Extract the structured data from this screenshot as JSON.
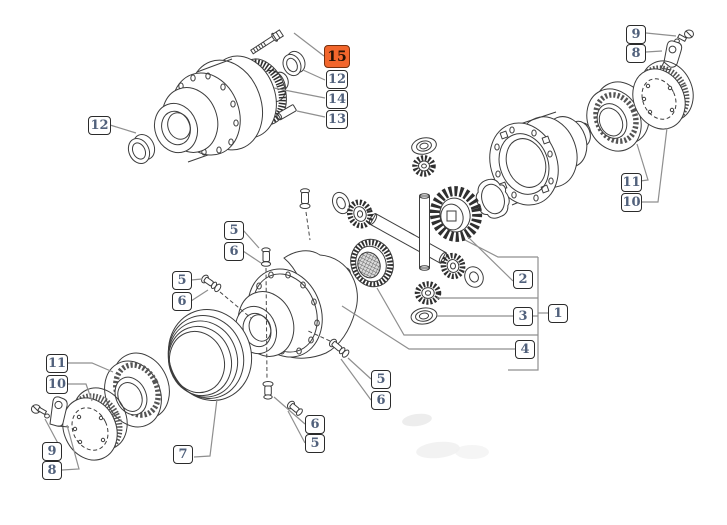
{
  "figure": {
    "type": "exploded-parts-diagram",
    "subject": "differential final-drive assembly",
    "background": "#ffffff",
    "line_color": "#3d3d3d",
    "leader_color": "#8f8f8f",
    "label_text_color": "#51617c",
    "highlight_color": "#f2662c"
  },
  "callouts": [
    {
      "label": "12",
      "points_to": "seal-ring-left",
      "highlighted": false
    },
    {
      "label": "15",
      "points_to": "mounting-bolt",
      "highlighted": true
    },
    {
      "label": "12",
      "points_to": "seal-ring-right",
      "highlighted": false
    },
    {
      "label": "14",
      "points_to": "differential-housing-assembly",
      "highlighted": false
    },
    {
      "label": "13",
      "points_to": "dowel-pin",
      "highlighted": false
    },
    {
      "label": "9",
      "points_to": "lock-bolt-top-right",
      "highlighted": false
    },
    {
      "label": "8",
      "points_to": "lock-tab-top-right",
      "highlighted": false
    },
    {
      "label": "11",
      "points_to": "taper-roller-bearing-right",
      "highlighted": false
    },
    {
      "label": "10",
      "points_to": "splined-ring-right",
      "highlighted": false
    },
    {
      "label": "2",
      "points_to": "bevel-side-gear",
      "highlighted": false
    },
    {
      "label": "3",
      "points_to": "thrust-washer",
      "highlighted": false
    },
    {
      "label": "1",
      "points_to": "differential-gear-kit",
      "highlighted": false
    },
    {
      "label": "4",
      "points_to": "gasket",
      "highlighted": false
    },
    {
      "label": "5",
      "points_to": "bolt-top",
      "highlighted": false
    },
    {
      "label": "6",
      "points_to": "washer-top",
      "highlighted": false
    },
    {
      "label": "5",
      "points_to": "bolt-left",
      "highlighted": false
    },
    {
      "label": "6",
      "points_to": "washer-left",
      "highlighted": false
    },
    {
      "label": "5",
      "points_to": "bolt-right",
      "highlighted": false
    },
    {
      "label": "6",
      "points_to": "washer-right",
      "highlighted": false
    },
    {
      "label": "6",
      "points_to": "washer-bottom",
      "highlighted": false
    },
    {
      "label": "5",
      "points_to": "bolt-bottom",
      "highlighted": false
    },
    {
      "label": "11",
      "points_to": "taper-roller-bearing-left",
      "highlighted": false
    },
    {
      "label": "10",
      "points_to": "splined-ring-left",
      "highlighted": false
    },
    {
      "label": "9",
      "points_to": "lock-bolt-bottom-left",
      "highlighted": false
    },
    {
      "label": "8",
      "points_to": "lock-tab-bottom-left",
      "highlighted": false
    },
    {
      "label": "7",
      "points_to": "bearing-race-ring",
      "highlighted": false
    }
  ]
}
